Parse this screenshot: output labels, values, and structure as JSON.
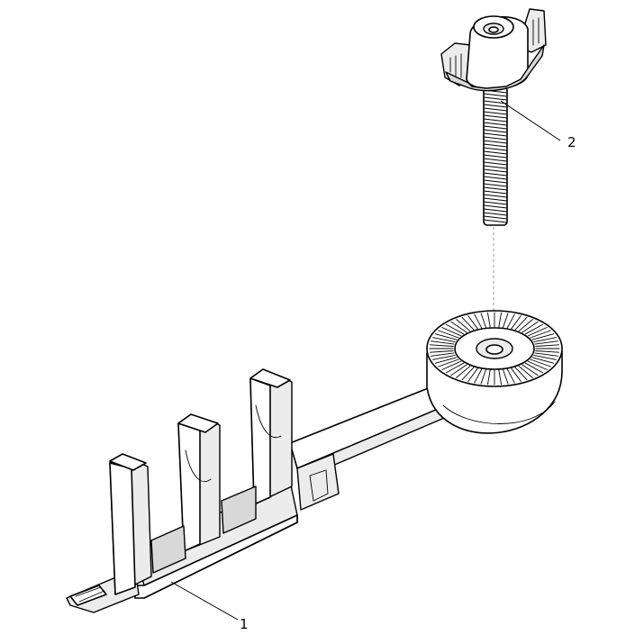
{
  "diagram": {
    "callouts": [
      {
        "label": "1",
        "part": "bracket-arm"
      },
      {
        "label": "2",
        "part": "thumb-screw"
      }
    ]
  }
}
